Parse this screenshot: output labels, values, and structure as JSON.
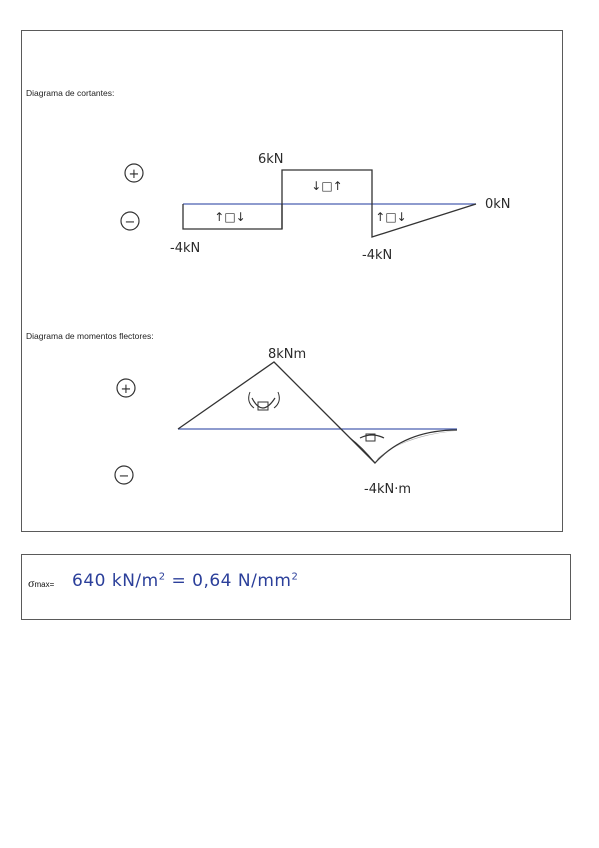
{
  "shear": {
    "title": "Diagrama de cortantes:",
    "plus_sign": "+",
    "minus_sign": "−",
    "max_label": "6kN",
    "left_label": "-4kN",
    "min_label": "-4kN",
    "end_label": "0kN",
    "symbol_1": "↑□↓",
    "symbol_2": "↓□↑",
    "symbol_3": "↑□↓",
    "values_kN": [
      -4,
      6,
      -4,
      0
    ]
  },
  "moment": {
    "title": "Diagrama de momentos flectores:",
    "plus_sign": "+",
    "minus_sign": "−",
    "max_label": "8kNm",
    "min_label": "-4kN·m",
    "values_kNm": [
      0,
      8,
      -4,
      0
    ]
  },
  "result": {
    "sigma_symbol": "σ",
    "sigma_sub": "max=",
    "value": "640 kN/m",
    "value_sup": "2",
    "equals": " = ",
    "value2": "0,64  N/mm",
    "value2_sup": "2"
  }
}
